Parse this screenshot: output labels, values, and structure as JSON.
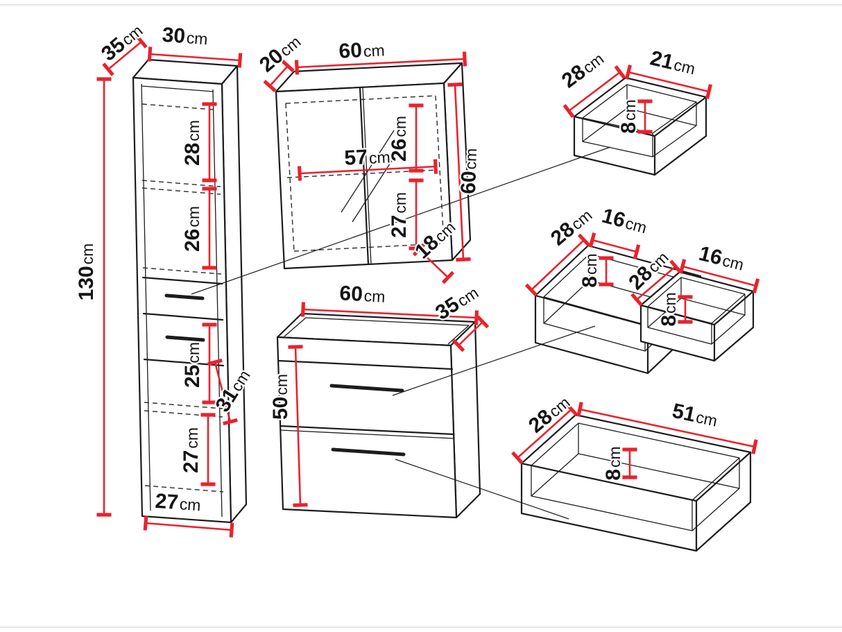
{
  "unit": "cm",
  "colors": {
    "dimension_line": "#e8232d",
    "drawing_line": "#1c1c1c",
    "background": "#ffffff"
  },
  "pieces": {
    "tall_cabinet": {
      "labels": {
        "depth": "35",
        "width": "30",
        "height": "130",
        "upper_shelf": "28",
        "second_shelf": "26",
        "third_shelf": "25",
        "lower_shelf": "27",
        "door_diagonal": "31",
        "base_width": "27"
      }
    },
    "mirror_cabinet": {
      "labels": {
        "depth": "20",
        "width": "60",
        "inner_width": "57",
        "inner_upper": "26",
        "height": "60",
        "inner_lower": "27",
        "bottom_edge": "18"
      }
    },
    "vanity": {
      "labels": {
        "width": "60",
        "depth": "35",
        "height": "50"
      }
    },
    "drawer_top": {
      "labels": {
        "depth": "28",
        "width": "21",
        "height": "8"
      }
    },
    "drawer_mid_left": {
      "labels": {
        "depth": "28",
        "width": "16",
        "height": "8"
      }
    },
    "drawer_mid_right": {
      "labels": {
        "depth": "28",
        "width": "16",
        "height": "8"
      }
    },
    "drawer_bottom": {
      "labels": {
        "depth": "28",
        "width": "51",
        "height": "8"
      }
    }
  }
}
